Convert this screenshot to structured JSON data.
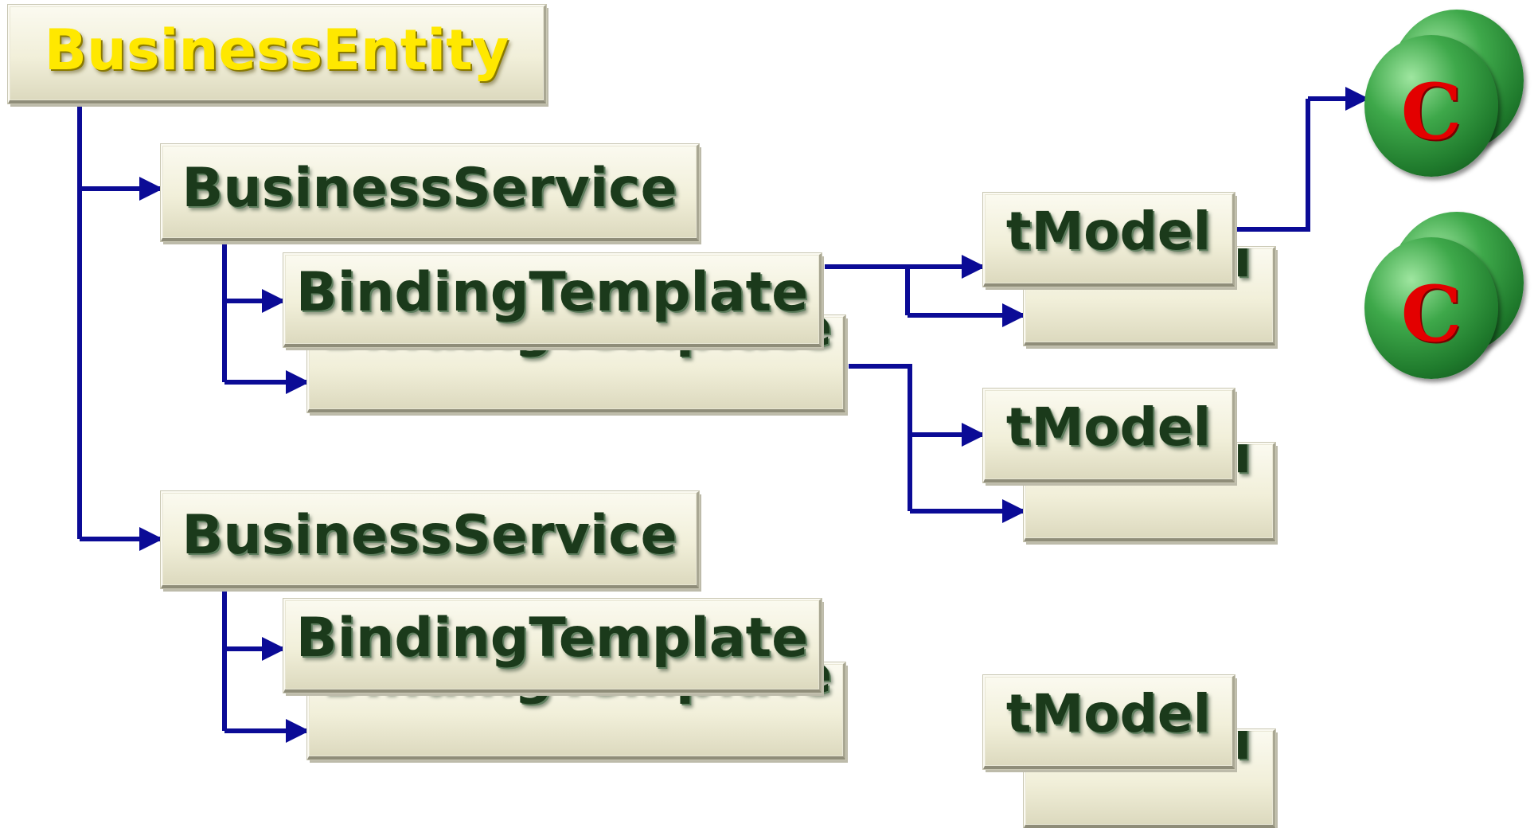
{
  "root": {
    "label": "BusinessEntity"
  },
  "services": [
    {
      "label": "BusinessService"
    },
    {
      "label": "BusinessService"
    }
  ],
  "bindings": [
    {
      "front": "BindingTemplate",
      "back": "BindingTemplate"
    },
    {
      "front": "BindingTemplate",
      "back": "BindingTemplate"
    }
  ],
  "tmodels": [
    {
      "front": "tModel",
      "back": "tModel"
    },
    {
      "front": "tModel",
      "back": "tModel"
    },
    {
      "front": "tModel",
      "back": "tModel"
    }
  ],
  "icons": [
    {
      "name": "green-disc-c-icon",
      "glyph": "C"
    },
    {
      "name": "green-disc-c-icon",
      "glyph": "C"
    }
  ],
  "colors": {
    "connector": "#0b0b96",
    "root_text": "#ffe800",
    "node_text": "#1b3a1b",
    "box_fill": "#f1efd9",
    "icon_green": "#2e8f3a",
    "icon_c": "#e30000"
  }
}
